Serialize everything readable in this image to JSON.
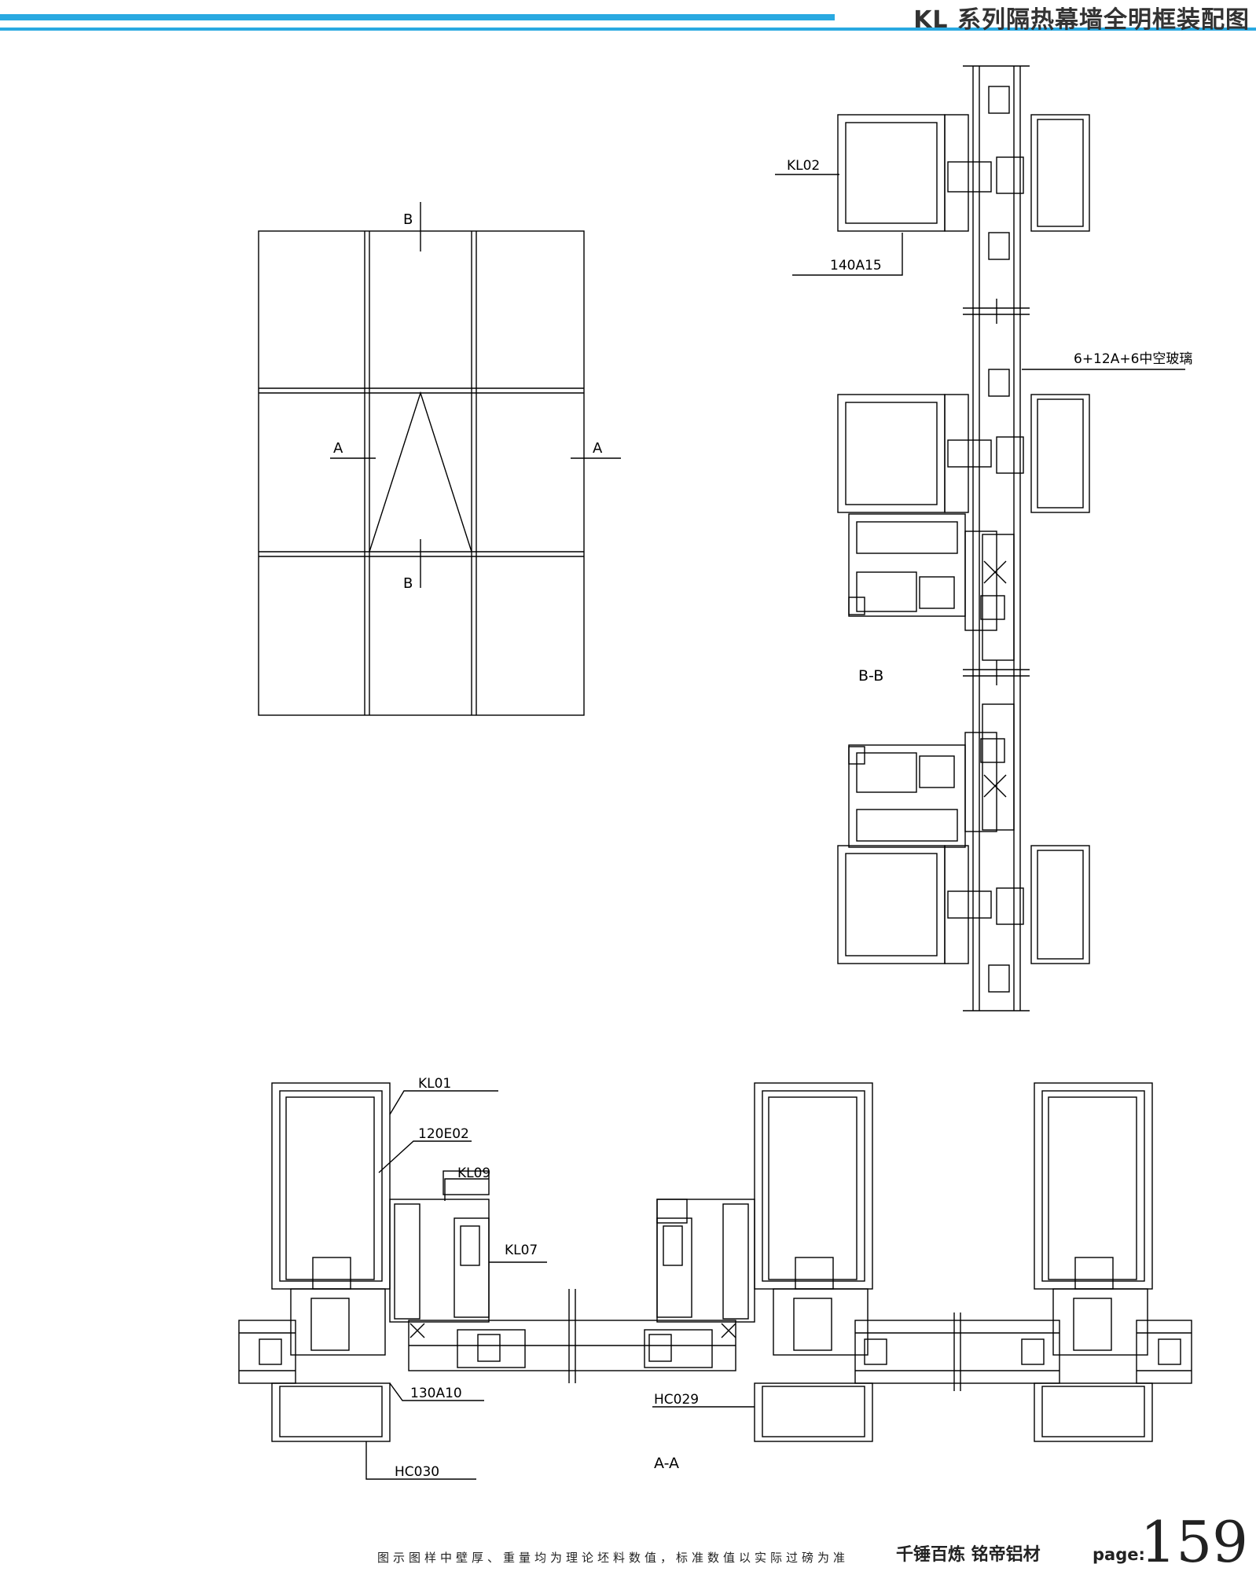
{
  "header": {
    "title": "KL 系列隔热幕墙全明框装配图"
  },
  "elevation": {
    "section_b_top": "B",
    "section_b_bottom": "B",
    "section_a_left": "A",
    "section_a_right": "A"
  },
  "section_bb": {
    "title": "B-B",
    "labels": {
      "kl02": "KL02",
      "p140a15": "140A15",
      "glass": "6+12A+6中空玻璃"
    }
  },
  "section_aa": {
    "title": "A-A",
    "labels": {
      "kl01": "KL01",
      "p120e02": "120E02",
      "kl09": "KL09",
      "kl07": "KL07",
      "p130a10": "130A10",
      "hc029": "HC029",
      "hc030": "HC030"
    }
  },
  "footer": {
    "note": "图示图样中壁厚、重量均为理论坯料数值，标准数值以实际过磅为准",
    "brand": "千锤百炼  铭帝铝材",
    "page_label": "page:",
    "page_number": "159"
  },
  "colors": {
    "accent": "#29a9e1",
    "line": "#000000"
  }
}
